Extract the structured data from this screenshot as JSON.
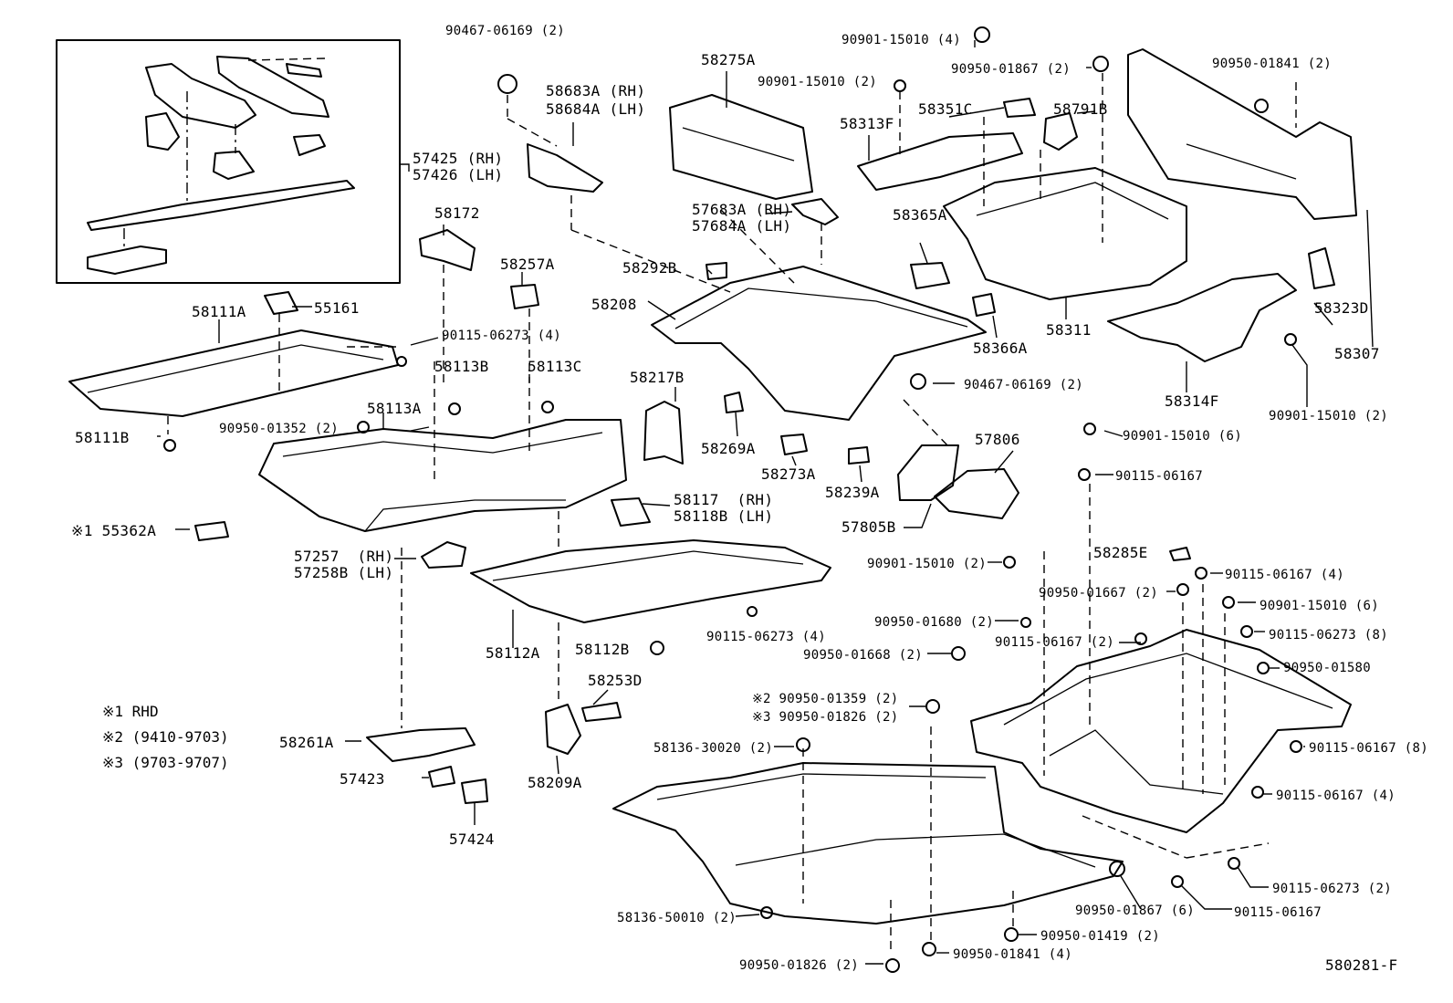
{
  "labels": {
    "p90467_top": "90467-06169 (2)",
    "p90901_top": "90901-15010 (4)",
    "p58275A": "58275A",
    "p90901_2a": "90901-15010 (2)",
    "p90950_01867_2": "90950-01867 (2)",
    "p90950_01841_2": "90950-01841 (2)",
    "p58683A": "58683A (RH)",
    "p58684A": "58684A (LH)",
    "p58313F": "58313F",
    "p58351C": "58351C",
    "p58791B": "58791B",
    "p57425": "57425 (RH)",
    "p57426": "57426 (LH)",
    "p57683A": "57683A (RH)",
    "p57684A": "57684A (LH)",
    "p58172": "58172",
    "p58365A": "58365A",
    "p58257A": "58257A",
    "p58292B": "58292B",
    "p58208": "58208",
    "p58311": "58311",
    "p58323D": "58323D",
    "p58307": "58307",
    "p58111A": "58111A",
    "p55161": "55161",
    "p90115_06273_4a": "90115-06273 (4)",
    "p58366A": "58366A",
    "p58314F": "58314F",
    "p58113B": "58113B",
    "p58113C": "58113C",
    "p58217B": "58217B",
    "p90467_mid": "90467-06169 (2)",
    "p90901_2b": "90901-15010 (2)",
    "p58113A": "58113A",
    "p90950_01352": "90950-01352 (2)",
    "p58111B": "58111B",
    "p58269A": "58269A",
    "p90901_6a": "90901-15010 (6)",
    "p57806": "57806",
    "p58273A": "58273A",
    "p58239A": "58239A",
    "p90115_06167": "90115-06167",
    "p58117": "58117  (RH)",
    "p58118B": "58118B (LH)",
    "p55362A": "※1 55362A",
    "p57805B": "57805B",
    "p57257": "57257  (RH)",
    "p57258B": "57258B (LH)",
    "p90901_2c": "90901-15010 (2)",
    "p58285E": "58285E",
    "p90115_06167_4a": "90115-06167 (4)",
    "p90950_01667": "90950-01667 (2)",
    "p90901_6b": "90901-15010 (6)",
    "p90115_06273_4b": "90115-06273 (4)",
    "p90950_01680": "90950-01680 (2)",
    "p90115_06273_8": "90115-06273 (8)",
    "p58112A": "58112A",
    "p58112B": "58112B",
    "p90950_01668": "90950-01668 (2)",
    "p90115_06167_2": "90115-06167 (2)",
    "p90950_01580": "90950-01580",
    "p58253D": "58253D",
    "p90950_01359": "※2 90950-01359 (2)",
    "p90950_01826_a": "※3 90950-01826 (2)",
    "p58261A": "58261A",
    "p58136_30020": "58136-30020 (2)",
    "p90115_06167_8": "90115-06167 (8)",
    "p57423": "57423",
    "p58209A": "58209A",
    "p90115_06167_4b": "90115-06167 (4)",
    "p57424": "57424",
    "p90115_06273_2": "90115-06273 (2)",
    "p90950_01867_6": "90950-01867 (6)",
    "p90115_06167_b": "90115-06167",
    "p58136_50010": "58136-50010 (2)",
    "p90950_01419": "90950-01419 (2)",
    "p90950_01841_4": "90950-01841 (4)",
    "p90950_01826_b": "90950-01826 (2)",
    "diagram_code": "580281-F"
  },
  "legend": {
    "note1": "※1 RHD",
    "note2": "※2 (9410-9703)",
    "note3": "※3 (9703-9707)"
  }
}
